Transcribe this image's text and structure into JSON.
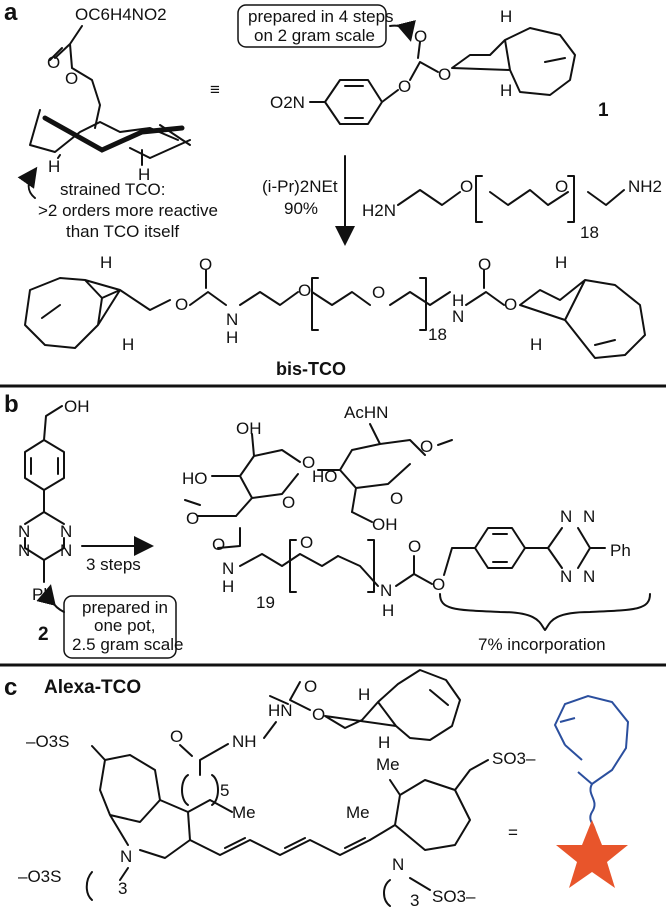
{
  "panel_a": {
    "label": "a",
    "aryl_ester": "OC6H4NO2",
    "box_line1": "prepared in 4 steps",
    "box_line2": "on 2 gram scale",
    "compound_number": "1",
    "nitro": "O2N",
    "equiv_sign": "≡",
    "note_line1": "strained TCO:",
    "note_line2": ">2 orders more reactive",
    "note_line3": "than TCO itself",
    "reagent_line1": "(i-Pr)2NEt",
    "reagent_line2": "90%",
    "amine_left": "H2N",
    "amine_right": "NH2",
    "repeat": "18",
    "product_name": "bis-TCO",
    "atom_O": "O",
    "atom_H": "H",
    "atom_N": "N"
  },
  "panel_b": {
    "label": "b",
    "oh": "OH",
    "compound_number": "2",
    "arrow_label": "3 steps",
    "box_line1": "prepared in",
    "box_line2": "one pot,",
    "box_line3": "2.5 gram scale",
    "acetamide": "AcHN",
    "hydroxyl": "HO",
    "repeat": "19",
    "phenyl": "Ph",
    "incorporation": "7% incorporation",
    "atom_N": "N",
    "atom_O": "O",
    "atom_H": "H"
  },
  "panel_c": {
    "label": "c",
    "name": "Alexa-TCO",
    "sulfonate_left": "–O3S",
    "sulfonate_right": "SO3–",
    "sulfonate_bottom_left": "–O3S",
    "sulfonate_bottom_right": "SO3–",
    "methyl": "Me",
    "hydrazide": "HN",
    "nh": "NH",
    "chain5": "5",
    "chain3": "3",
    "equals": "=",
    "atom_N": "N",
    "atom_O": "O",
    "atom_H": "H",
    "cartoon_line_color": "#2b4f9e",
    "star_color": "#e8552b"
  }
}
